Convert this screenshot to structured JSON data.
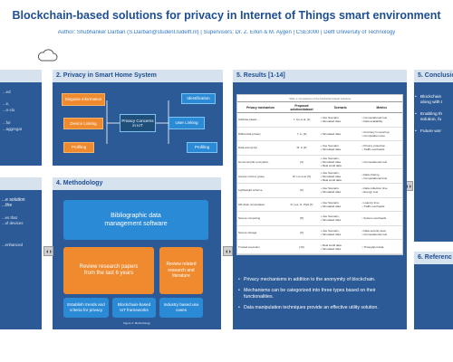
{
  "poster": {
    "title": "Blockchain-based solutions for privacy in Internet of Things smart environment",
    "authors": "Author: Shubhanker Darban (S.Darban@student.tudelft.nl) | Supervisors: Dr. Z. Erkin & M. Aygen | CSE3000 | Delft University of Technology"
  },
  "left_top": {
    "lines": [
      "...ed",
      "...e,",
      "...n-clo",
      "...for",
      "...aggregat"
    ]
  },
  "left_bottom": {
    "lines": [
      "...e solution",
      "...the",
      "...es that",
      "...of devices",
      "...enhanced"
    ]
  },
  "privacy_panel": {
    "title": "2. Privacy in Smart Home System",
    "center": "Privacy Concerns in IoT",
    "left_nodes": [
      "Disguise information",
      "Device Linking",
      "Profiling"
    ],
    "right_nodes": [
      "Identification",
      "User Linking",
      "Profiling"
    ]
  },
  "methodology": {
    "title": "4. Methodology",
    "database": "Bibliographic data management software",
    "review": "Review research papers from the last 6 years",
    "related": "Review related research and literature",
    "boxes": [
      "Establish trends and criteria for privacy",
      "Blockchain-based IoT frameworks",
      "Industry based use cases"
    ],
    "caption": "Figure 2: Methodology"
  },
  "results": {
    "title": "5. Results [1-14]",
    "table_caption": "Table 1: Comparison of the blockchain-based solutions",
    "columns": [
      "Privacy mechanism",
      "Proposed solution/dataset",
      "Scenario",
      "Metrics"
    ],
    "rows": [
      {
        "mechanism": "Attribute-based ...",
        "solution": "Y. Liu et al. [1]",
        "scenario": "• Use Scenario\n• Simulated data",
        "metrics": "• Computational cost\n• Data availability"
      },
      {
        "mechanism": "Differential privacy",
        "solution": "Y. Li, [2]",
        "scenario": "• Simulated data",
        "metrics": "• Accuracy in reporting\n• Computation time"
      },
      {
        "mechanism": "Data anonymity",
        "solution": "M. Li [3]",
        "scenario": "• Use Scenario\n• Simulated data",
        "metrics": "• Privacy protection\n• Traffic overheads"
      },
      {
        "mechanism": "Homomorphic encryption",
        "solution": "[4]",
        "scenario": "• Use Scenario\n• Simulated data\n• Real world data",
        "metrics": "• Computational cost"
      },
      {
        "mechanism": "Access control, group",
        "solution": "W. Liu et al. [5]",
        "scenario": "• Use Scenario\n• Simulated data\n• Real world data",
        "metrics": "• Data sharing\n• Computational time"
      },
      {
        "mechanism": "Lightweight scheme",
        "solution": "[6]",
        "scenario": "• Use Scenario\n• Simulated data",
        "metrics": "• Data collection time\n• Energy cost"
      },
      {
        "mechanism": "Off-chain computation",
        "solution": "D. Lee, N. Park [7]",
        "scenario": "• Use Scenario\n• Simulated data",
        "metrics": "• Latency time\n• Traffic overheads"
      },
      {
        "mechanism": "Secure computing",
        "solution": "[8]",
        "scenario": "• Use Scenario\n• Simulated data",
        "metrics": "• System overheads"
      },
      {
        "mechanism": "Secure storage",
        "solution": "[9]",
        "scenario": "• Use Scenario\n• Simulated data",
        "metrics": "• Data security level\n• Computational cost"
      },
      {
        "mechanism": "Trusted execution",
        "solution": "[10]",
        "scenario": "• Real world data\n• Simulated data",
        "metrics": "• Throughput data"
      }
    ],
    "bullets": [
      "Privacy mechanisms in addition to the anonymity of blockchain.",
      "Mechanisms can be categorized into three types based on their functionalities.",
      "Data manipulation techniques provide an effective utility solution."
    ]
  },
  "conclusion": {
    "title": "5. Conclusio",
    "lines": [
      "Blockchain",
      "along with t",
      "Enabling th",
      "solution, fu",
      "Future wor"
    ]
  },
  "references": {
    "title": "6. Referenc"
  },
  "colors": {
    "panel": "#2c5a96",
    "title_text": "#1e4e92",
    "orange": "#ef8a2f",
    "blue": "#2b8ad6"
  }
}
